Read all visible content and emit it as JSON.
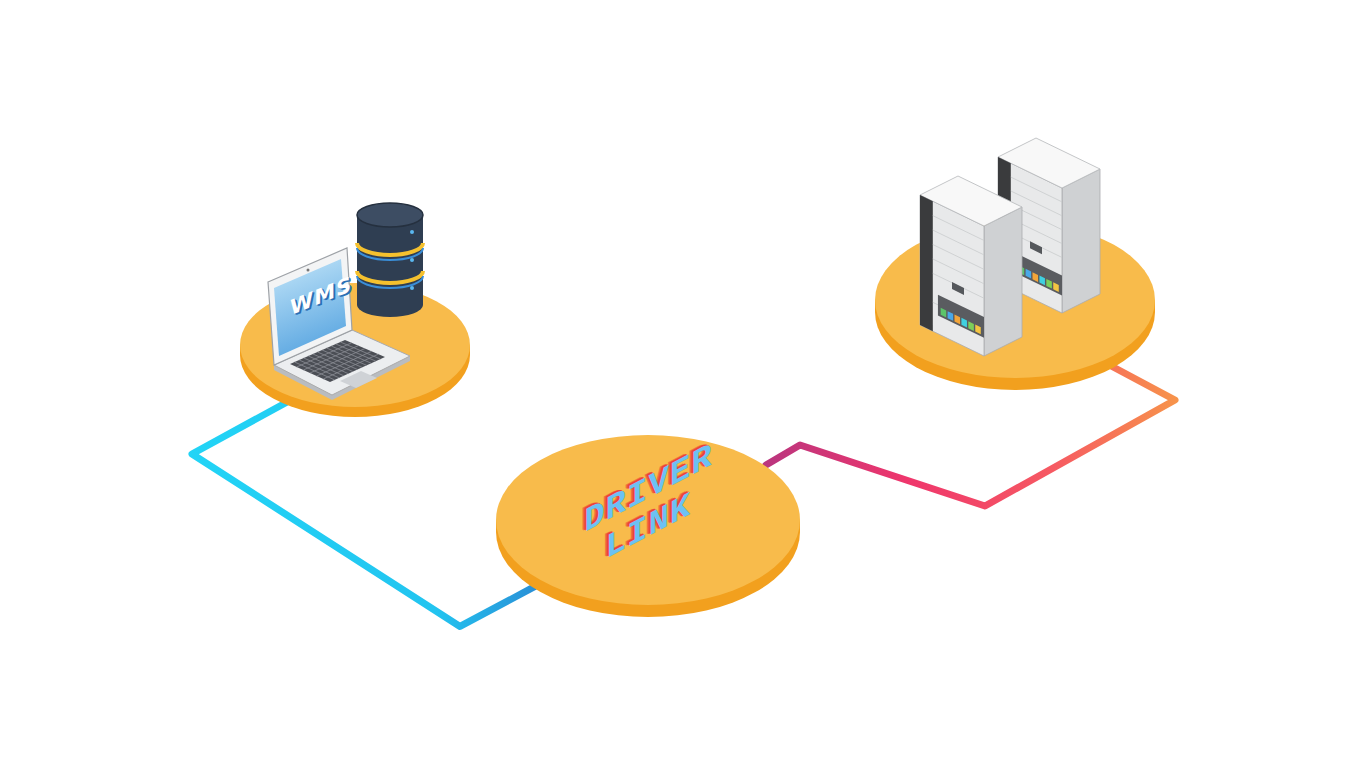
{
  "diagram": {
    "nodes": [
      {
        "text": [
          "WMS"
        ]
      },
      {
        "text": [
          "DRIVER LINK"
        ]
      },
      {
        "text": []
      }
    ],
    "edges": [
      {
        "from": 0,
        "to": 1,
        "arrow": "none"
      },
      {
        "from": 1,
        "to": 2,
        "arrow": "none"
      }
    ]
  }
}
